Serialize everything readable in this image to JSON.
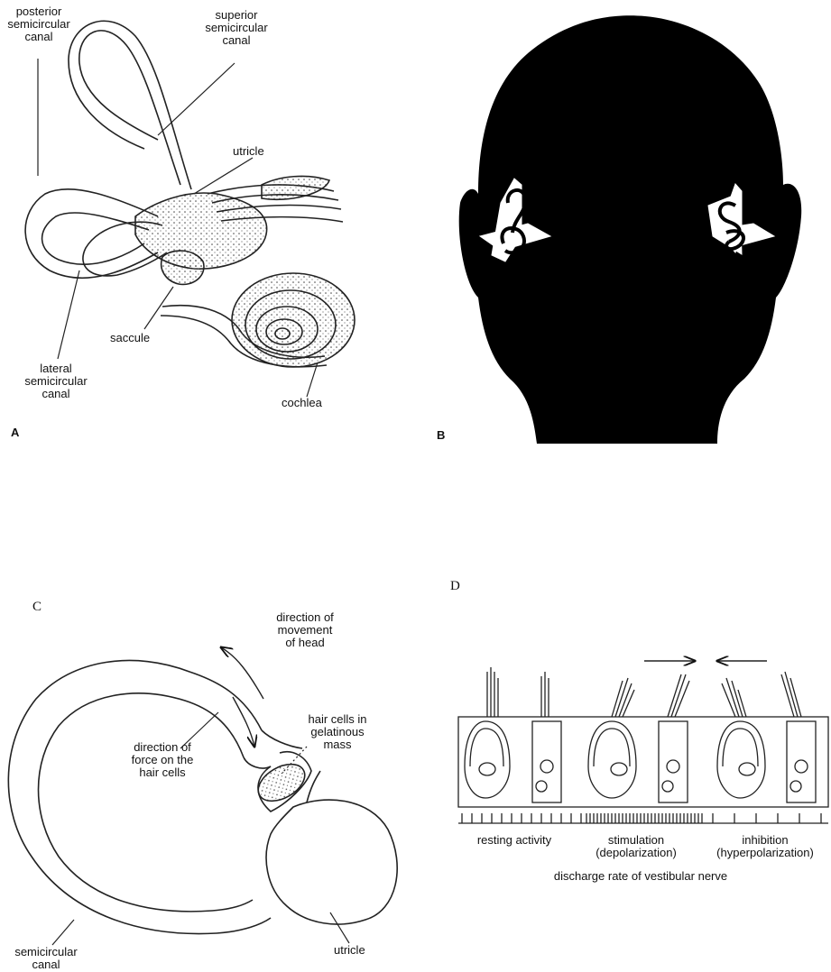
{
  "panels": {
    "a": {
      "letter": "A",
      "labels": {
        "posterior": "posterior\nsemicircular\ncanal",
        "superior": "superior\nsemicircular\ncanal",
        "utricle": "utricle",
        "saccule": "saccule",
        "lateral": "lateral\nsemicircular\ncanal",
        "cochlea": "cochlea"
      }
    },
    "b": {
      "letter": "B"
    },
    "c": {
      "letter": "C",
      "labels": {
        "direction_movement": "direction of\nmovement\nof head",
        "hair_cells": "hair cells in\ngelatinous\nmass",
        "direction_force": "direction of\nforce on the\nhair cells",
        "semicircular_canal": "semicircular\ncanal",
        "utricle": "utricle"
      }
    },
    "d": {
      "letter": "D",
      "labels": {
        "resting": "resting activity",
        "stimulation": "stimulation\n(depolarization)",
        "inhibition": "inhibition\n(hyperpolarization)",
        "discharge": "discharge rate of vestibular nerve"
      }
    }
  }
}
